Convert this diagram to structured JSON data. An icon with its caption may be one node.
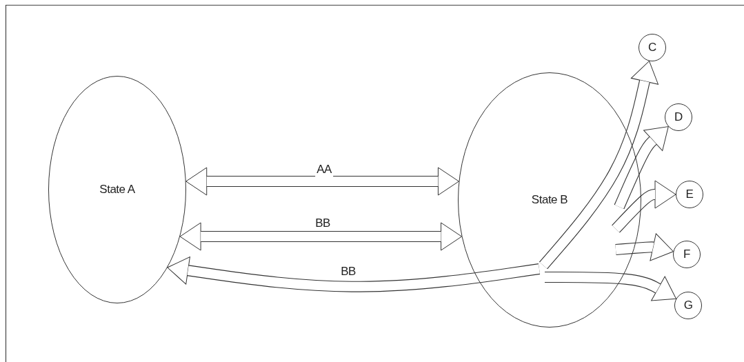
{
  "diagram": {
    "nodes": [
      {
        "text": [
          "State A"
        ]
      },
      {
        "text": [
          "State B"
        ]
      },
      {
        "text": [
          "C"
        ]
      },
      {
        "text": [
          "D"
        ]
      },
      {
        "text": [
          "E"
        ]
      },
      {
        "text": [
          "F"
        ]
      },
      {
        "text": [
          "G"
        ]
      }
    ],
    "edges": [
      {
        "from": 0,
        "to": 1,
        "arrow": "both",
        "label": "AA"
      },
      {
        "from": 0,
        "to": 1,
        "arrow": "both",
        "label": "BB"
      },
      {
        "from": 1,
        "to": 0,
        "arrow": "to",
        "label": "BB"
      },
      {
        "from": 1,
        "to": 2,
        "arrow": "to"
      },
      {
        "from": 1,
        "to": 3,
        "arrow": "to"
      },
      {
        "from": 1,
        "to": 4,
        "arrow": "to"
      },
      {
        "from": 1,
        "to": 5,
        "arrow": "to"
      },
      {
        "from": 1,
        "to": 6,
        "arrow": "to"
      }
    ]
  }
}
